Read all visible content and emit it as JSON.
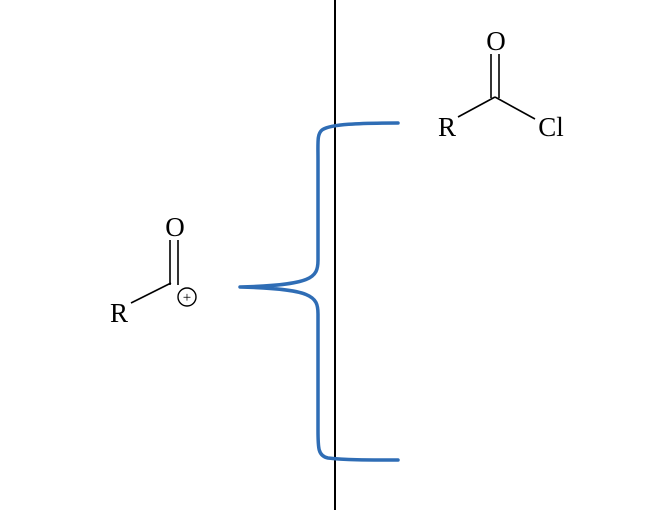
{
  "colors": {
    "background": "#ffffff",
    "ink": "#000000",
    "bracket": "#2f6db5"
  },
  "acylium": {
    "substituent": "R",
    "oxygen": "O",
    "charge_symbol": "+"
  },
  "acyl_chloride": {
    "substituent": "R",
    "oxygen": "O",
    "halogen": "Cl"
  }
}
